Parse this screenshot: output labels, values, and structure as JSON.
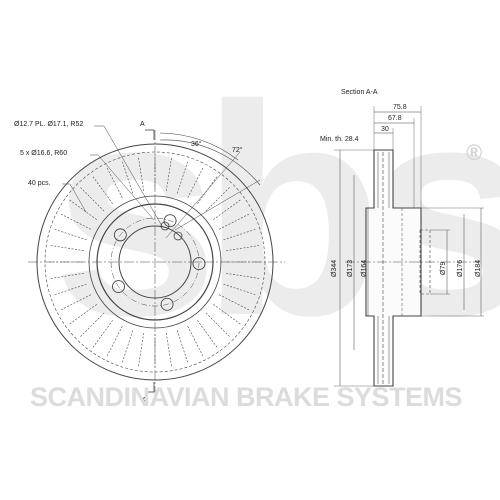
{
  "watermark": {
    "logo_text": "sbs",
    "registered_mark": "®"
  },
  "brand_footer": "SCANDINAVIAN BRAKE SYSTEMS",
  "front_view": {
    "section_mark_top": "A",
    "section_mark_bottom": "A",
    "callouts": {
      "bolt_holes": "Ø12.7 PL. Ø17.1, R52",
      "stud_holes": "5 x Ø16.6, R60",
      "vanes": "40 pcs."
    },
    "angles": {
      "a1": "36°",
      "a2": "72°"
    }
  },
  "section_view": {
    "title": "Section A-A",
    "dim_75_8": "75.8",
    "dim_67_8": "67.8",
    "dim_30": "30",
    "min_thickness": "Min. th. 28.4",
    "diameters": {
      "d344": "Ø344",
      "d173": "Ø173",
      "d164": "Ø164",
      "d79": "Ø79",
      "d176": "Ø176",
      "d184": "Ø184"
    }
  }
}
